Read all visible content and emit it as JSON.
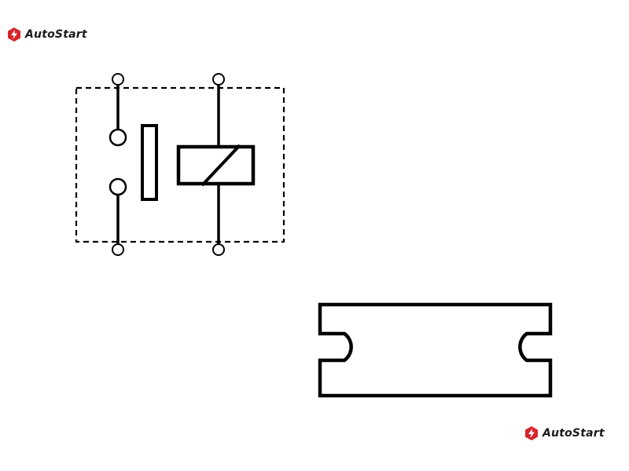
{
  "brand": {
    "name": "AutoStart",
    "logo_icon": "autostart-logo-icon",
    "accent_color": "#d7262b",
    "text_color": "#1a1a1a"
  },
  "diagram": {
    "line_color": "#000000",
    "components": [
      {
        "id": "relay-schematic",
        "kind": "relay",
        "contact": "normally-open switch",
        "coil": "coil with diagonal"
      },
      {
        "id": "relay-footprint",
        "kind": "body outline with two notches"
      }
    ]
  }
}
